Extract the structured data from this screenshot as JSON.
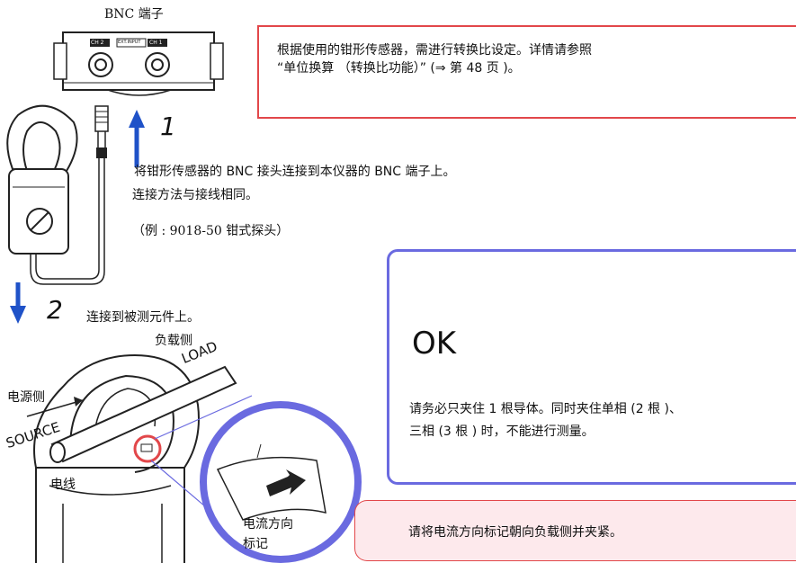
{
  "bnc_terminal_label": "BNC 端子",
  "bnc_panel": {
    "ch2": "CH 2",
    "external": "EXT.INPUT",
    "ch1": "CH 1"
  },
  "note_top": "根据使用的钳形传感器，需进行转换比设定。详情请参照\n“单位换算 （转换比功能）” (⇒ 第 48 页 )。",
  "step1": {
    "number": "1",
    "title": "将钳形传感器的 BNC 接头连接到本仪器的 BNC 端子上。",
    "sub": "连接方法与接线相同。",
    "example": "（例 : 9018-50 钳式探头）"
  },
  "step2": {
    "number": "2",
    "title": "连接到被测元件上。"
  },
  "diagram_labels": {
    "load_side": "负载侧",
    "load": "LOAD",
    "power_side": "电源侧",
    "source": "SOURCE",
    "wire": "电线",
    "current_direction": "电流方向\n标记"
  },
  "ok_label": "OK",
  "warning_text": "请务必只夹住 1 根导体。同时夹住单相 (2 根 )、\n三相 (3 根 ) 时，不能进行测量。",
  "pink_note": "请将电流方向标记朝向负载侧并夹紧。",
  "colors": {
    "arrow_blue": "#1f52c8",
    "red": "#e2474a",
    "purple_blue": "#6a6ae0",
    "pink_bg": "#fde9ec"
  }
}
